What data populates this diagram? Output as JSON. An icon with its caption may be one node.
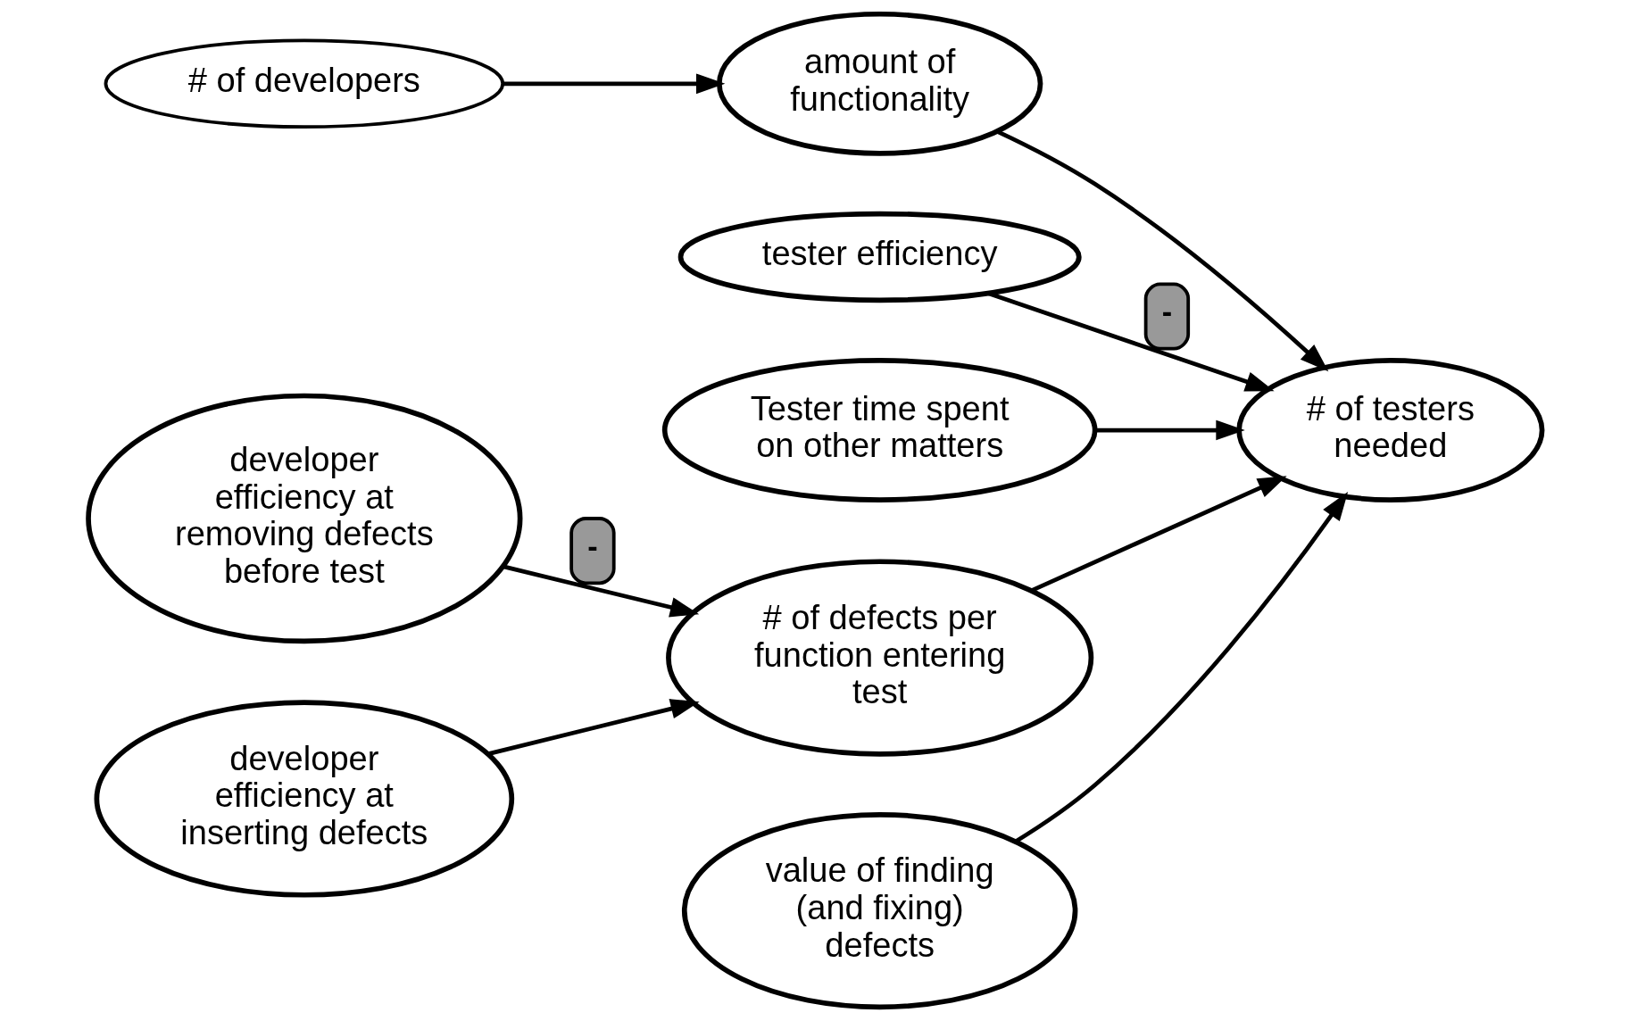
{
  "diagram": {
    "nodes": [
      {
        "text": [
          "# of developers"
        ]
      },
      {
        "text": [
          "amount of functionality"
        ]
      },
      {
        "text": [
          "tester efficiency"
        ]
      },
      {
        "text": [
          "Tester time spent on other matters"
        ]
      },
      {
        "text": [
          "developer efficiency at removing defects before test"
        ]
      },
      {
        "text": [
          "# of defects per function entering test"
        ]
      },
      {
        "text": [
          "# of testers needed"
        ]
      },
      {
        "text": [
          "developer efficiency at inserting defects"
        ]
      },
      {
        "text": [
          "value of finding (and fixing) defects"
        ]
      }
    ],
    "edges": [
      {
        "from": 0,
        "to": 1,
        "arrow": "to"
      },
      {
        "from": 1,
        "to": 6,
        "arrow": "to"
      },
      {
        "from": 2,
        "to": 6,
        "arrow": "to",
        "label": "-"
      },
      {
        "from": 3,
        "to": 6,
        "arrow": "to"
      },
      {
        "from": 4,
        "to": 5,
        "arrow": "to",
        "label": "-"
      },
      {
        "from": 7,
        "to": 5,
        "arrow": "to"
      },
      {
        "from": 5,
        "to": 6,
        "arrow": "to"
      },
      {
        "from": 8,
        "to": 6,
        "arrow": "to"
      }
    ]
  }
}
